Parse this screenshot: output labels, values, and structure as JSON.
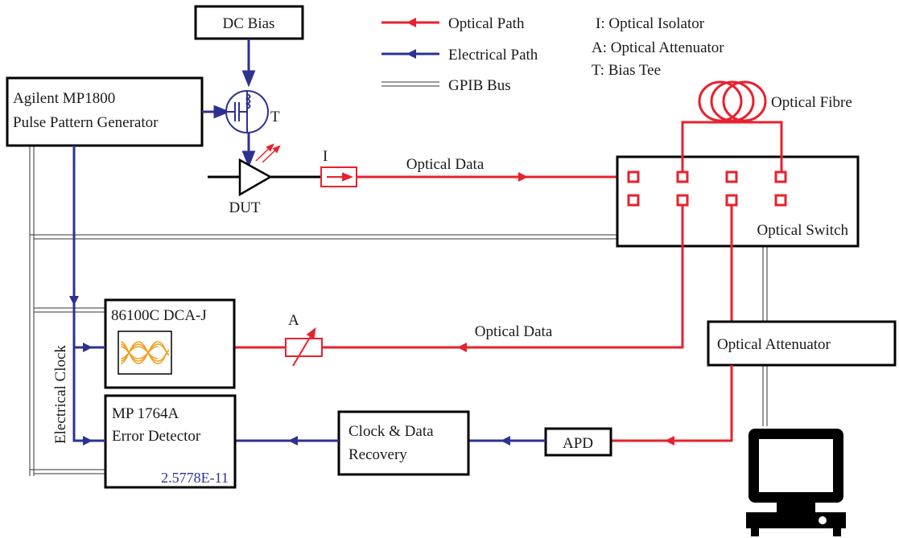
{
  "legend": {
    "optical_path": "Optical Path",
    "electrical_path": "Electrical Path",
    "gpib_bus": "GPIB Bus",
    "key_isolator": "I: Optical Isolator",
    "key_attenuator": "A: Optical Attenuator",
    "key_bias_tee": "T: Bias Tee"
  },
  "blocks": {
    "dc_bias": "DC Bias",
    "ppg_line1": "Agilent MP1800",
    "ppg_line2": "Pulse Pattern Generator",
    "dca_label": "86100C DCA-J",
    "ed_line1": "MP 1764A",
    "ed_line2": "Error Detector",
    "ed_reading": "2.5778E-11",
    "cdr_line1": "Clock & Data",
    "cdr_line2": "Recovery",
    "apd": "APD",
    "optical_attenuator": "Optical Attenuator",
    "optical_switch": "Optical Switch",
    "optical_fibre": "Optical Fibre"
  },
  "labels": {
    "bias_tee": "T",
    "dut": "DUT",
    "isolator": "I",
    "attenuator": "A",
    "optical_data_top": "Optical Data",
    "optical_data_mid": "Optical Data",
    "electrical_clock": "Electrical Clock"
  },
  "colors": {
    "optical": "#e8212e",
    "electrical": "#2e3192",
    "eye": "#f0a020"
  }
}
